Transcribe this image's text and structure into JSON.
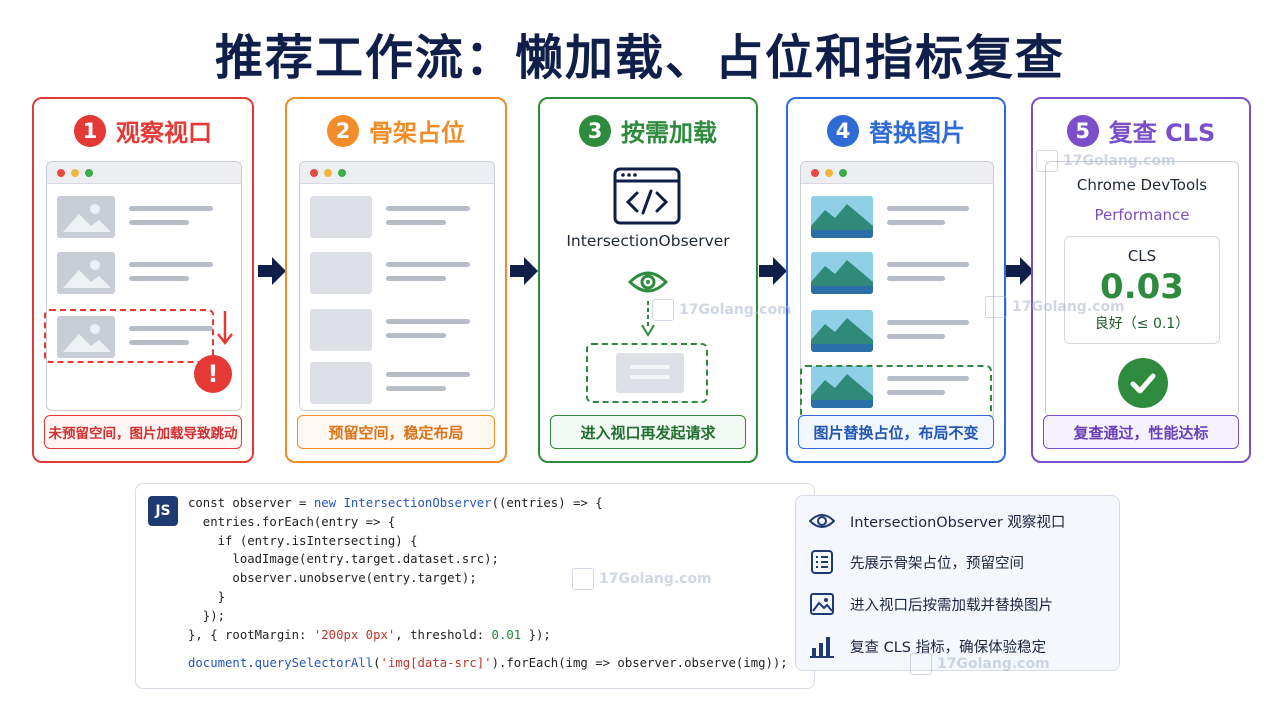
{
  "title": "推荐工作流：懒加载、占位和指标复查",
  "colors": {
    "red": "#e53935",
    "orange": "#f28c28",
    "green": "#2e8b3d",
    "blue": "#2f6bd6",
    "purple": "#7b4fc9",
    "navy": "#0f1f4a"
  },
  "steps": [
    {
      "num": "1",
      "title": "观察视口",
      "caption": "未预留空间，图片加载导致跳动",
      "color": "#e53935"
    },
    {
      "num": "2",
      "title": "骨架占位",
      "caption": "预留空间，稳定布局",
      "color": "#f28c28"
    },
    {
      "num": "3",
      "title": "按需加载",
      "caption": "进入视口再发起请求",
      "color": "#2e8b3d",
      "observer_label": "IntersectionObserver"
    },
    {
      "num": "4",
      "title": "替换图片",
      "caption": "图片替换占位，布局不变",
      "color": "#2f6bd6"
    },
    {
      "num": "5",
      "title": "复查 CLS",
      "caption": "复查通过，性能达标",
      "color": "#7b4fc9",
      "tool": "Chrome DevTools",
      "panel": "Performance",
      "metric_label": "CLS",
      "metric_value": "0.03",
      "metric_note": "良好（≤ 0.1）"
    }
  ],
  "code": {
    "badge": "JS",
    "lines": [
      "const observer = new IntersectionObserver((entries) => {",
      "  entries.forEach(entry => {",
      "    if (entry.isIntersecting) {",
      "      loadImage(entry.target.dataset.src);",
      "      observer.unobserve(entry.target);",
      "    }",
      "  });",
      "}, { rootMargin: '200px 0px', threshold: 0.01 });",
      "",
      "document.querySelectorAll('img[data-src]').forEach(img => observer.observe(img));"
    ]
  },
  "legend": [
    {
      "icon": "eye-icon",
      "text": "IntersectionObserver 观察视口"
    },
    {
      "icon": "list-icon",
      "text": "先展示骨架占位，预留空间"
    },
    {
      "icon": "image-icon",
      "text": "进入视口后按需加载并替换图片"
    },
    {
      "icon": "bar-chart-icon",
      "text": "复查 CLS 指标，确保体验稳定"
    }
  ],
  "watermark": "17Golang.com"
}
